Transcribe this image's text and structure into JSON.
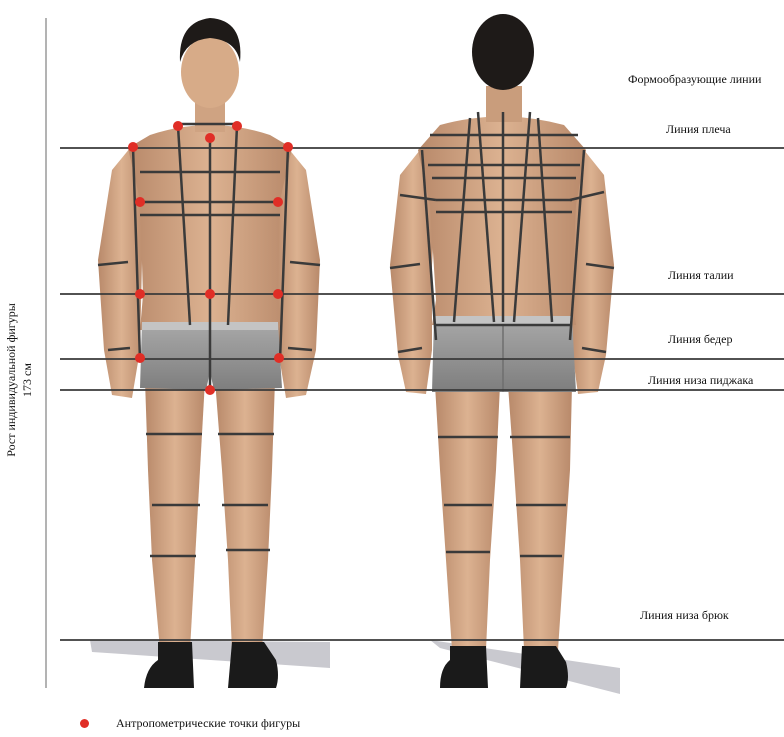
{
  "lines": {
    "shaping": "Формообразующие линии",
    "shoulder": "Линия плеча",
    "waist": "Линия талии",
    "hip": "Линия бедер",
    "jacket_bottom": "Линия низа пиджака",
    "trouser_bottom": "Линия низа брюк"
  },
  "height_axis": {
    "label": "Рост индивидуальной фигуры",
    "value": "173 см"
  },
  "legend": {
    "text": "Антропометрические точки фигуры"
  },
  "colors": {
    "point": "#e02e26",
    "skin": "#d4a883",
    "skin_shadow": "#b58565",
    "hair": "#1e1a18",
    "underwear": "#8c8c8c",
    "shoe": "#1a1a1a",
    "guide_line": "#3a3a3a"
  }
}
